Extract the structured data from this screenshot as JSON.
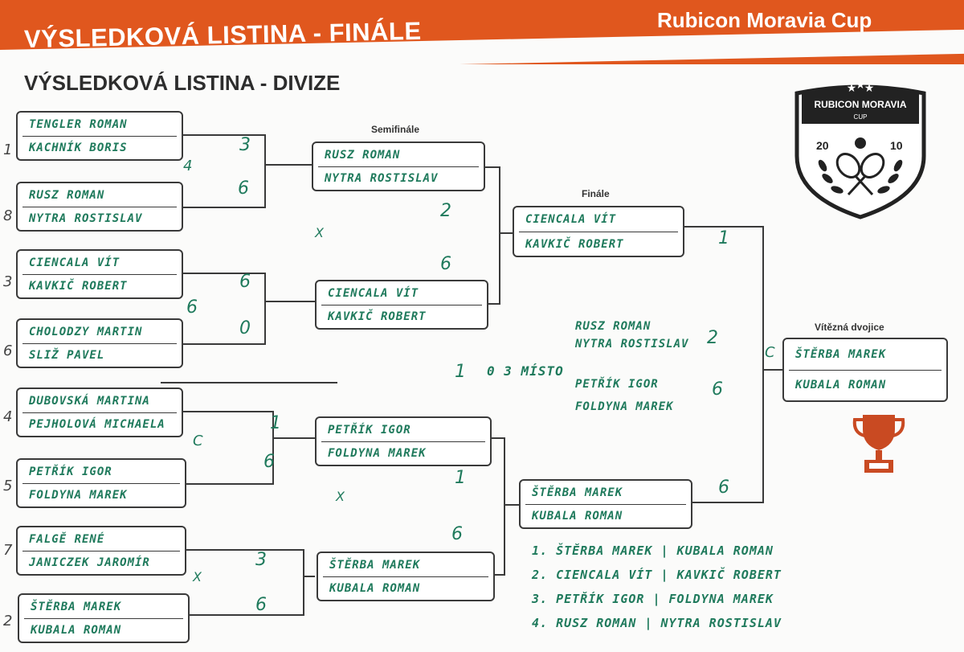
{
  "header": {
    "title": "VÝSLEDKOVÁ LISTINA - FINÁLE",
    "brand": "Rubicon Moravia Cup",
    "subtitle": "VÝSLEDKOVÁ LISTINA - DIVIZE"
  },
  "logo": {
    "line1": "RUBICON MORAVIA",
    "line2": "CUP",
    "year_left": "20",
    "year_right": "10",
    "icon": "tennis-rackets-shield-icon"
  },
  "stages": {
    "semi": "Semifinále",
    "final": "Finále",
    "winner": "Vítězná dvojice"
  },
  "round1": [
    {
      "seed": "1",
      "top": "TENGLER ROMAN",
      "bottom": "KACHNÍK BORIS",
      "score": "3"
    },
    {
      "seed": "8",
      "top": "RUSZ ROMAN",
      "bottom": "NYTRA ROSTISLAV",
      "score": "6"
    },
    {
      "seed": "3",
      "top": "CIENCALA VÍT",
      "bottom": "KAVKIČ ROBERT",
      "score": "6"
    },
    {
      "seed": "6",
      "top": "CHOLODZY MARTIN",
      "bottom": "SLIŽ PAVEL",
      "score": "0"
    },
    {
      "seed": "4",
      "top": "DUBOVSKÁ MARTINA",
      "bottom": "PEJHOLOVÁ MICHAELA",
      "score": "1"
    },
    {
      "seed": "5",
      "top": "PETŘÍK IGOR",
      "bottom": "FOLDYNA MAREK",
      "score": "6"
    },
    {
      "seed": "7",
      "top": "FALGĚ RENÉ",
      "bottom": "JANICZEK JAROMÍR",
      "score": "3"
    },
    {
      "seed": "2",
      "top": "ŠTĚRBA MAREK",
      "bottom": "KUBALA ROMAN",
      "score": "6"
    }
  ],
  "semis": [
    {
      "top": "RUSZ ROMAN",
      "bottom": "NYTRA ROSTISLAV",
      "score": "2"
    },
    {
      "top": "CIENCALA VÍT",
      "bottom": "KAVKIČ ROBERT",
      "score": "6"
    },
    {
      "top": "PETŘÍK IGOR",
      "bottom": "FOLDYNA MAREK",
      "score": "1"
    },
    {
      "top": "ŠTĚRBA MAREK",
      "bottom": "KUBALA ROMAN",
      "score": "6"
    }
  ],
  "finals": [
    {
      "top": "CIENCALA VÍT",
      "bottom": "KAVKIČ ROBERT",
      "score": "1"
    },
    {
      "top": "ŠTĚRBA MAREK",
      "bottom": "KUBALA ROMAN",
      "score": "6"
    }
  ],
  "winner": {
    "top": "ŠTĚRBA MAREK",
    "bottom": "KUBALA ROMAN"
  },
  "marks": {
    "m1": "4",
    "m2": "6",
    "m3": "X",
    "m4": "C",
    "m5": "X",
    "m6": "X",
    "m7": "C"
  },
  "third_place": {
    "label": "0 3 MÍSTO",
    "score_left": "1",
    "pair1_top": "RUSZ ROMAN",
    "pair1_bottom": "NYTRA ROSTISLAV",
    "pair1_score": "2",
    "pair2_top": "PETŘÍK IGOR",
    "pair2_bottom": "FOLDYNA MAREK",
    "pair2_score": "6"
  },
  "ranking": [
    "1. ŠTĚRBA MAREK | KUBALA ROMAN",
    "2. CIENCALA VÍT | KAVKIČ ROBERT",
    "3. PETŘÍK IGOR | FOLDYNA MAREK",
    "4. RUSZ ROMAN | NYTRA ROSTISLAV"
  ],
  "colors": {
    "banner": "#e0571e",
    "ink": "#1f7a5c",
    "frame": "#3a3a3a",
    "trophy": "#c94a22"
  }
}
